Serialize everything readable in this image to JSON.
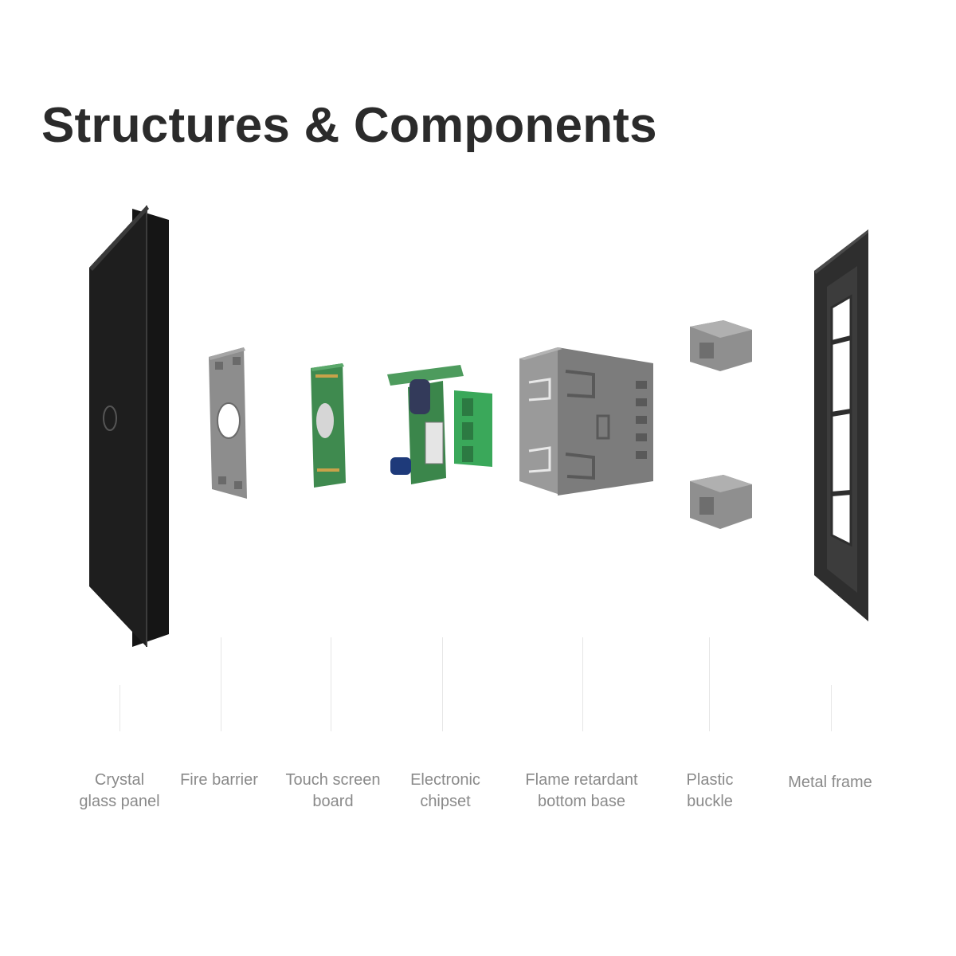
{
  "title": "Structures & Components",
  "components": [
    {
      "name": "crystal-glass-panel",
      "line1": "Crystal",
      "line2": "glass panel"
    },
    {
      "name": "fire-barrier",
      "line1": "Fire barrier",
      "line2": ""
    },
    {
      "name": "touch-screen-board",
      "line1": "Touch screen",
      "line2": "board"
    },
    {
      "name": "electronic-chipset",
      "line1": "Electronic",
      "line2": "chipset"
    },
    {
      "name": "flame-retardant-bottom-base",
      "line1": "Flame retardant",
      "line2": "bottom base"
    },
    {
      "name": "plastic-buckle",
      "line1": "Plastic",
      "line2": "buckle"
    },
    {
      "name": "metal-frame",
      "line1": "Metal frame",
      "line2": ""
    }
  ],
  "colors": {
    "title": "#2b2b2b",
    "label": "#8a8a8a",
    "glass": "#1c1c1c",
    "gray_part": "#8e8e8e",
    "pcb": "#3d8a4c",
    "terminal": "#3aa85a",
    "frame": "#2e2e2e"
  }
}
